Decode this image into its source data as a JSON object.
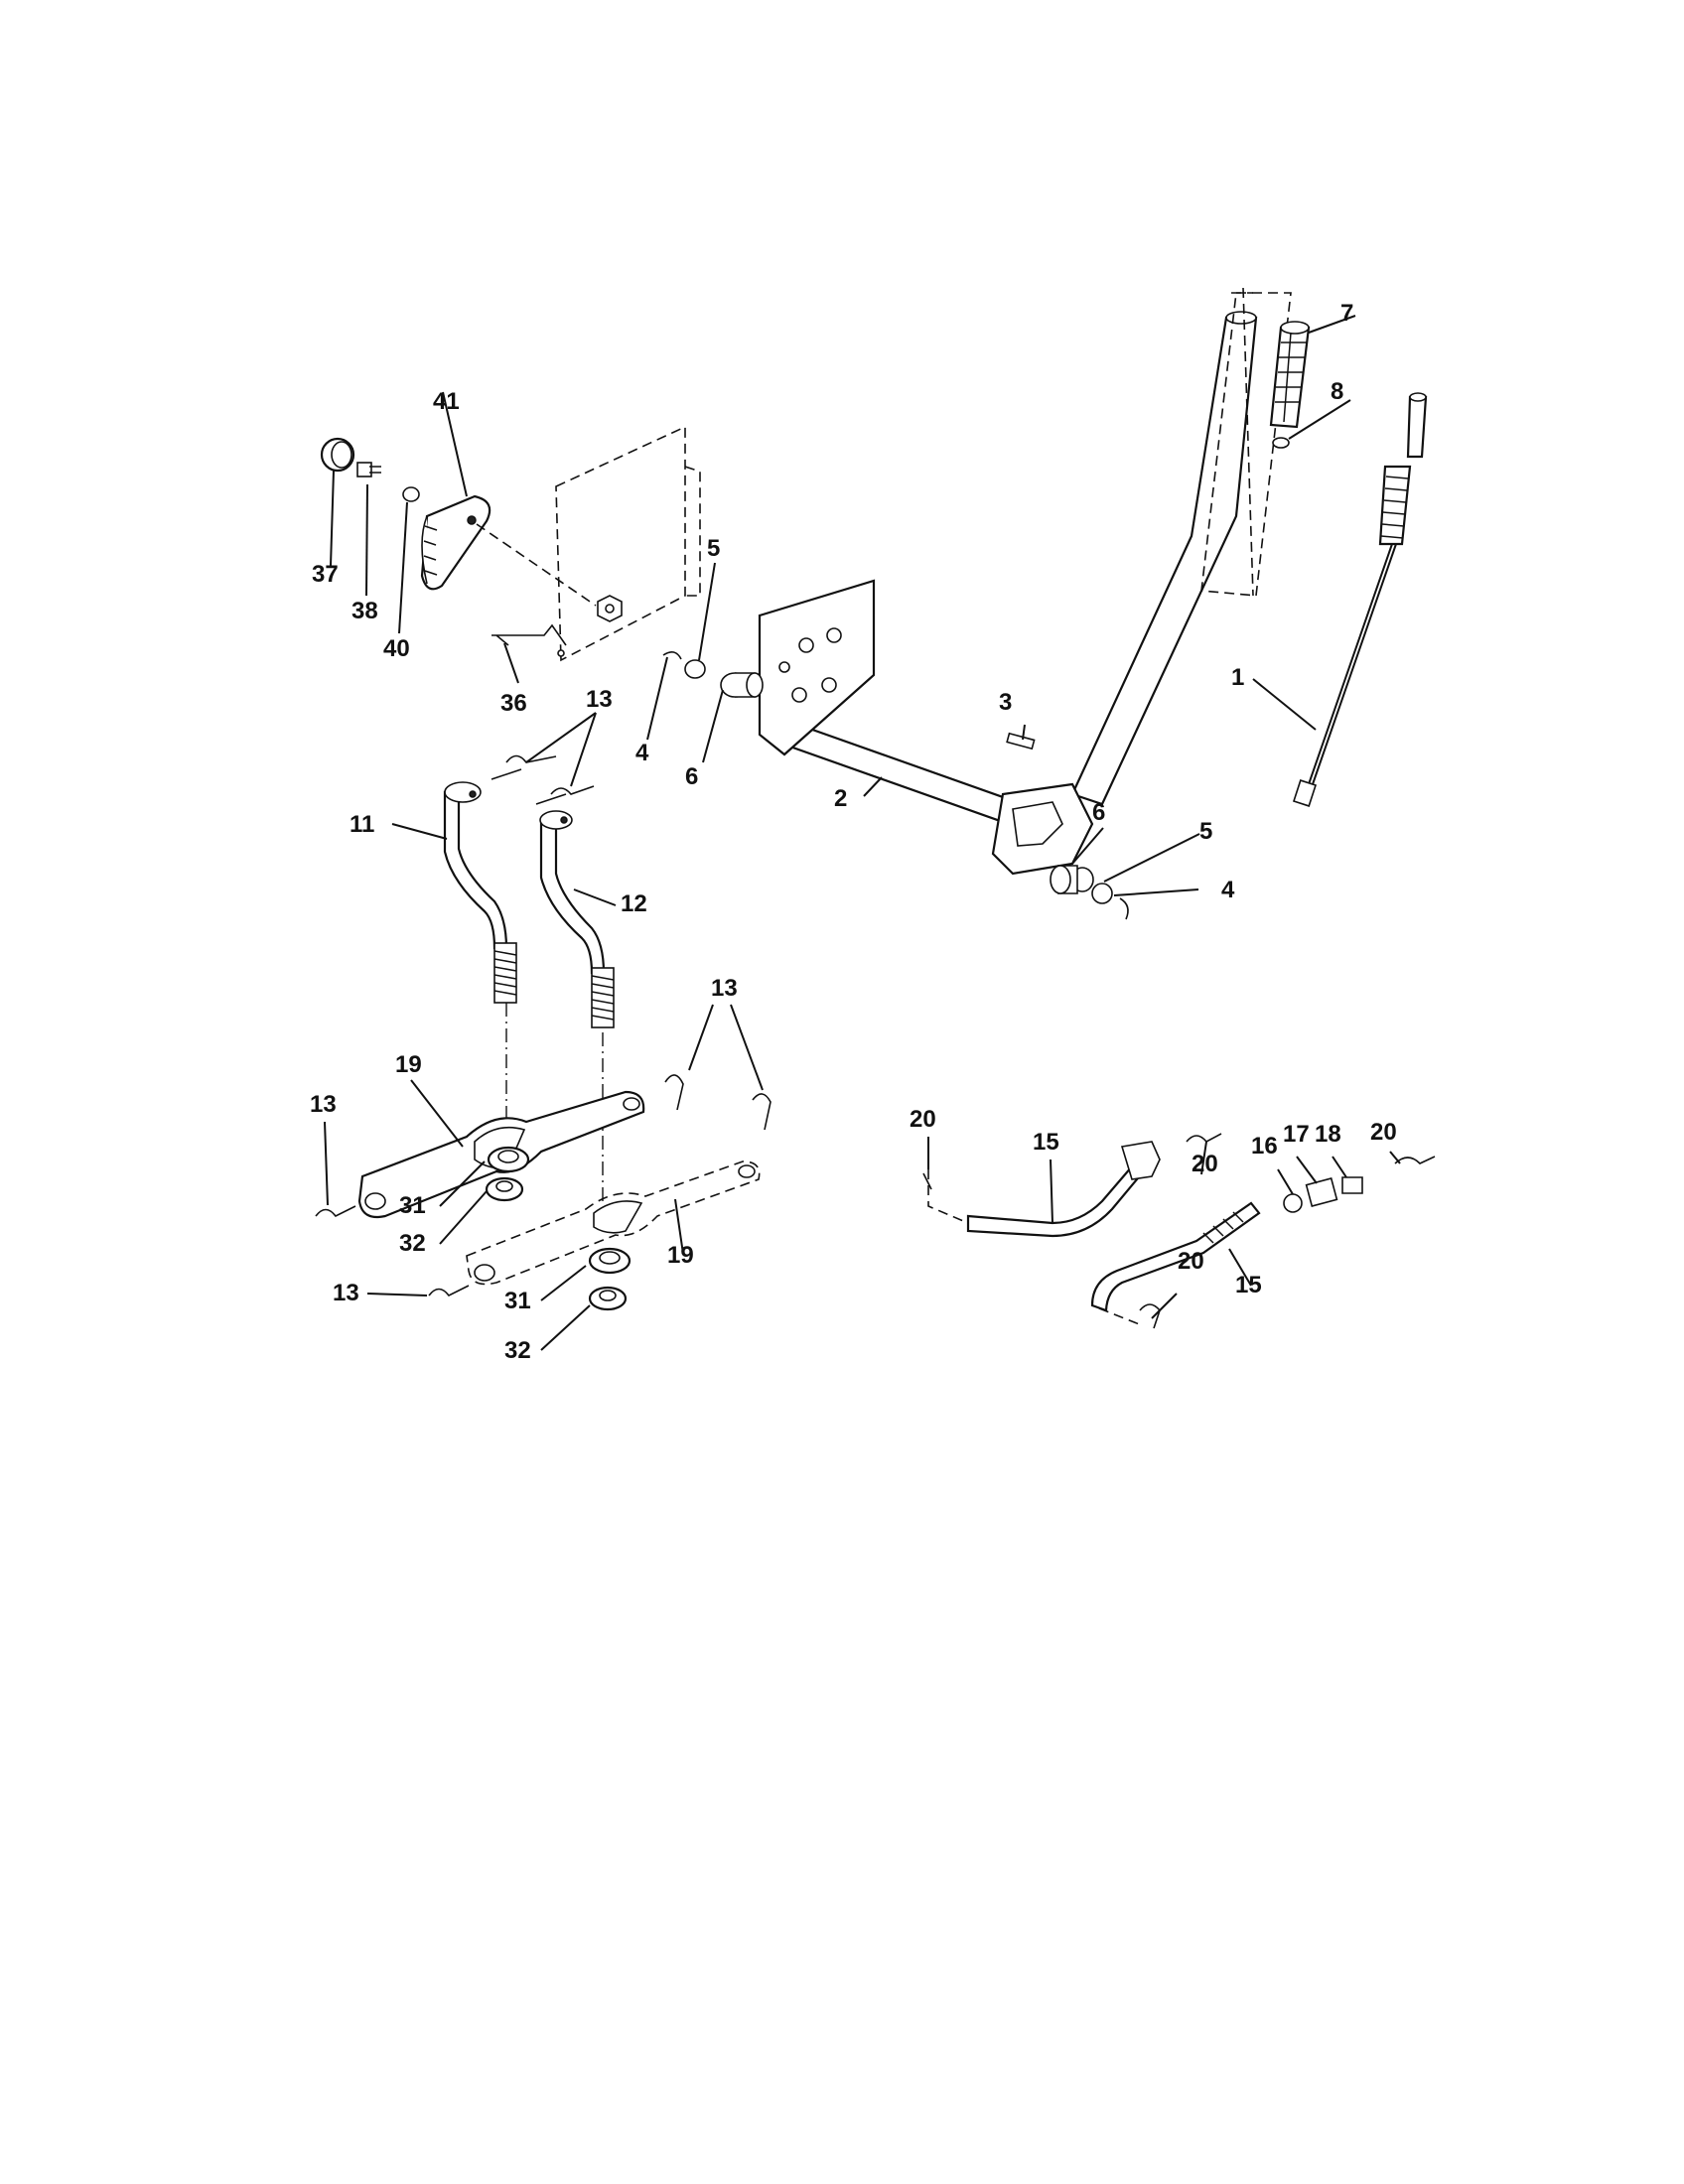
{
  "callouts": [
    {
      "id": "c1",
      "text": "1"
    },
    {
      "id": "c2",
      "text": "2"
    },
    {
      "id": "c3",
      "text": "3"
    },
    {
      "id": "c4a",
      "text": "4"
    },
    {
      "id": "c4b",
      "text": "4"
    },
    {
      "id": "c5a",
      "text": "5"
    },
    {
      "id": "c5b",
      "text": "5"
    },
    {
      "id": "c6a",
      "text": "6"
    },
    {
      "id": "c6b",
      "text": "6"
    },
    {
      "id": "c7",
      "text": "7"
    },
    {
      "id": "c8",
      "text": "8"
    },
    {
      "id": "c11",
      "text": "11"
    },
    {
      "id": "c12",
      "text": "12"
    },
    {
      "id": "c13a",
      "text": "13"
    },
    {
      "id": "c13b",
      "text": "13"
    },
    {
      "id": "c13c",
      "text": "13"
    },
    {
      "id": "c13d",
      "text": "13"
    },
    {
      "id": "c15a",
      "text": "15"
    },
    {
      "id": "c15b",
      "text": "15"
    },
    {
      "id": "c16",
      "text": "16"
    },
    {
      "id": "c17",
      "text": "17"
    },
    {
      "id": "c18",
      "text": "18"
    },
    {
      "id": "c19a",
      "text": "19"
    },
    {
      "id": "c19b",
      "text": "19"
    },
    {
      "id": "c20a",
      "text": "20"
    },
    {
      "id": "c20b",
      "text": "20"
    },
    {
      "id": "c20c",
      "text": "20"
    },
    {
      "id": "c20d",
      "text": "20"
    },
    {
      "id": "c31a",
      "text": "31"
    },
    {
      "id": "c31b",
      "text": "31"
    },
    {
      "id": "c32a",
      "text": "32"
    },
    {
      "id": "c32b",
      "text": "32"
    },
    {
      "id": "c36",
      "text": "36"
    },
    {
      "id": "c37",
      "text": "37"
    },
    {
      "id": "c38",
      "text": "38"
    },
    {
      "id": "c40",
      "text": "40"
    },
    {
      "id": "c41",
      "text": "41"
    }
  ]
}
